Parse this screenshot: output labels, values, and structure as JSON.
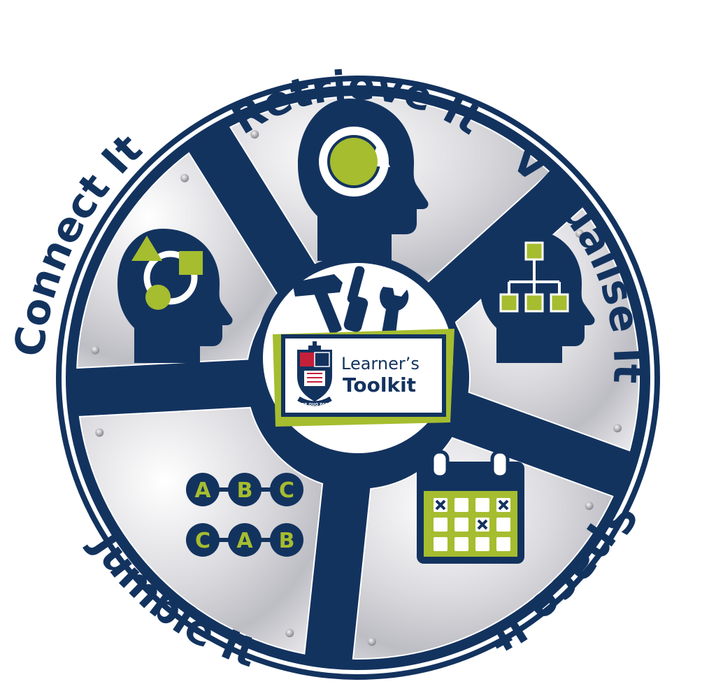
{
  "colors": {
    "navy": "#13335f",
    "lime": "#a5bd2f",
    "steel_light": "#f3f3f5",
    "steel_dark": "#a9a9b1",
    "white": "#ffffff",
    "crest_red": "#c5203a"
  },
  "sections": [
    {
      "label": "Retrieve It",
      "icon": "head-cycle-icon"
    },
    {
      "label": "Visualise It",
      "icon": "head-hierarchy-icon"
    },
    {
      "label": "Space It",
      "icon": "calendar-icon"
    },
    {
      "label": "Jumble It",
      "icon": "abc-jumble-icon"
    },
    {
      "label": "Connect It",
      "icon": "head-shapes-icon"
    }
  ],
  "jumble": {
    "row1": [
      "A",
      "B",
      "C"
    ],
    "row2": [
      "C",
      "A",
      "B"
    ]
  },
  "hub": {
    "brand_line1": "Learner’s",
    "brand_line2": "Toolkit",
    "motto": "FORTIOR QUO PARATIOR",
    "tools_icon": "toolbox-icon",
    "crest_icon": "school-crest-icon"
  }
}
